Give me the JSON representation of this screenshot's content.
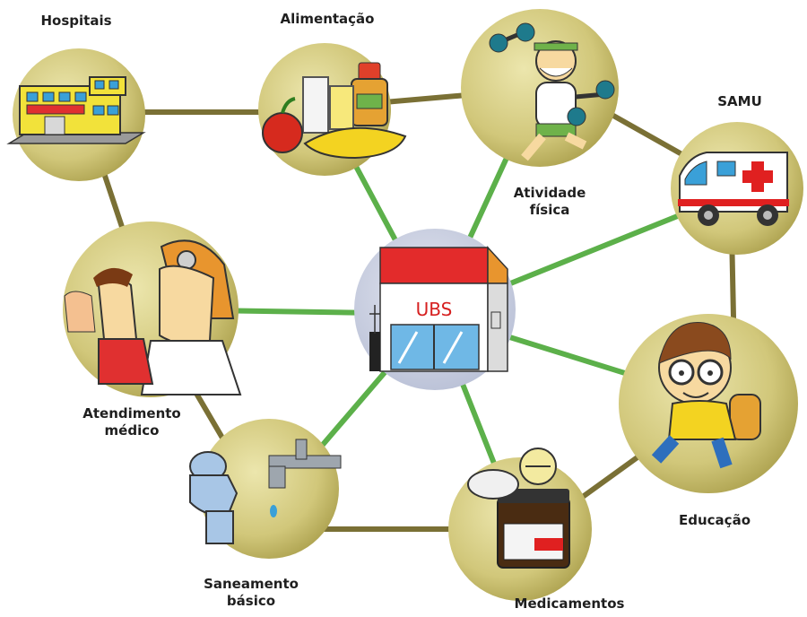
{
  "center": {
    "label": "UBS"
  },
  "nodes": [
    {
      "id": "hospitais",
      "label_lines": [
        "Hospitais"
      ],
      "icon": "hospital-building"
    },
    {
      "id": "alimentacao",
      "label_lines": [
        "Alimentação"
      ],
      "icon": "food-fruit-drinks"
    },
    {
      "id": "atividade",
      "label_lines": [
        "Atividade",
        "física"
      ],
      "icon": "elderly-man-dumbbells"
    },
    {
      "id": "samu",
      "label_lines": [
        "SAMU"
      ],
      "icon": "ambulance"
    },
    {
      "id": "educacao",
      "label_lines": [
        "Educação"
      ],
      "icon": "student-boy-backpack"
    },
    {
      "id": "medicamentos",
      "label_lines": [
        "Medicamentos"
      ],
      "icon": "pill-bottle"
    },
    {
      "id": "saneamento",
      "label_lines": [
        "Saneamento",
        "básico"
      ],
      "icon": "toilet-and-faucet"
    },
    {
      "id": "atendimento",
      "label_lines": [
        "Atendimento",
        "médico"
      ],
      "icon": "doctor-and-patients"
    }
  ],
  "colors": {
    "node_fill": "#c9c06a",
    "node_fill_light": "#eae5a8",
    "center_fill": "#c9cfe0",
    "spoke": "#5cb04a",
    "rim": "#7a7035",
    "ubs_roof": "#e32b2b",
    "ubs_text": "#d62020"
  }
}
